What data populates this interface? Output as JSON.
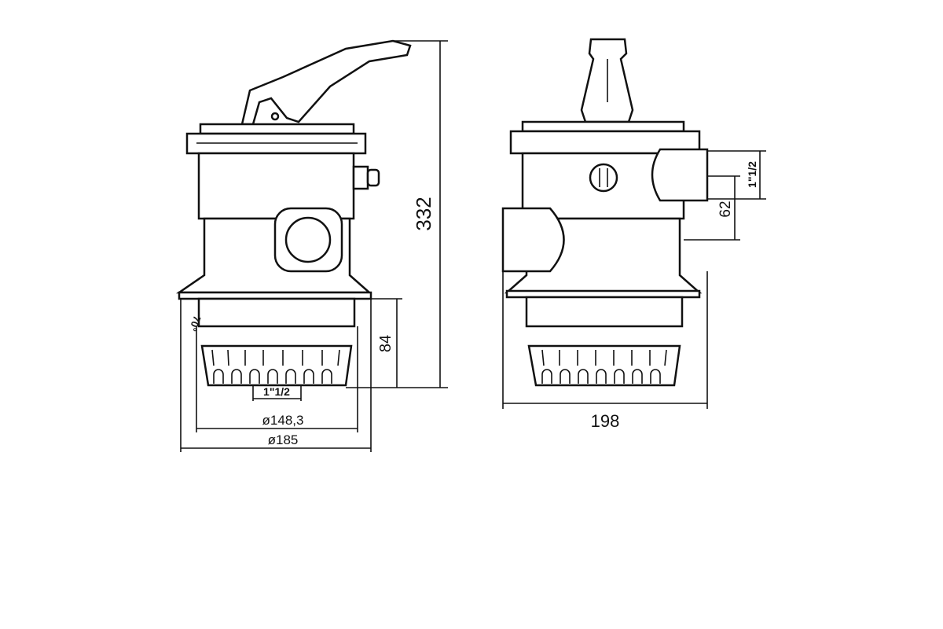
{
  "left_view": {
    "height_dim": "332",
    "basket_dim": "84",
    "outlet_dim": "1\"1/2",
    "inner_diameter_dim": "ø148,3",
    "outer_diameter_dim": "ø185",
    "angle_dim": "70°"
  },
  "right_view": {
    "width_dim": "198",
    "port_dim": "1\"1/2",
    "port_offset_dim": "62"
  }
}
